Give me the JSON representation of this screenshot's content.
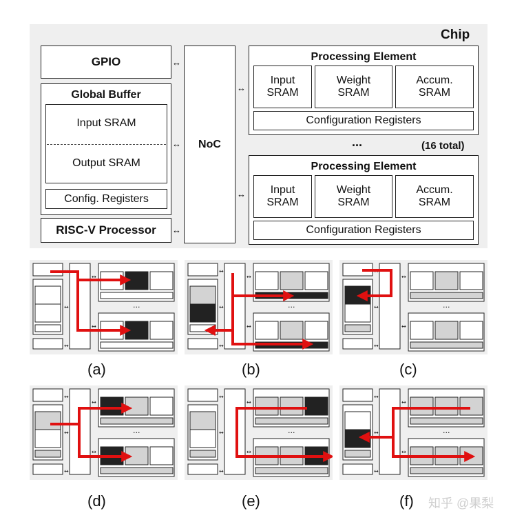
{
  "chip": {
    "title": "Chip",
    "gpio": "GPIO",
    "noc": "NoC",
    "global_buffer": {
      "title": "Global Buffer",
      "input_sram": "Input SRAM",
      "output_sram": "Output SRAM",
      "config": "Config. Registers"
    },
    "riscv": "RISC-V Processor",
    "pe": {
      "title": "Processing Element",
      "input": [
        "Input",
        "SRAM"
      ],
      "weight": [
        "Weight",
        "SRAM"
      ],
      "accum": [
        "Accum.",
        "SRAM"
      ],
      "config": "Configuration Registers"
    },
    "dots": "...",
    "total": "(16 total)"
  },
  "subfig_dots": "...",
  "captions": [
    "(a)",
    "(b)",
    "(c)",
    "(d)",
    "(e)",
    "(f)"
  ],
  "watermark": "知乎 @果梨",
  "colors": {
    "dark": "#222222",
    "light": "#d3d3d3",
    "white": "#ffffff",
    "arrow": "#e01010"
  },
  "subfigures": [
    {
      "id": "a",
      "gb_top": "white",
      "gb_bottom": "white",
      "gb_cfg": "white",
      "pe1": [
        "white",
        "dark",
        "white"
      ],
      "pe1_cfg": "white",
      "pe2": [
        "white",
        "dark",
        "white"
      ],
      "pe2_cfg": "white"
    },
    {
      "id": "b",
      "gb_top": "light",
      "gb_bottom": "dark",
      "gb_cfg": "white",
      "pe1": [
        "white",
        "light",
        "white"
      ],
      "pe1_cfg": "dark",
      "pe2": [
        "white",
        "light",
        "white"
      ],
      "pe2_cfg": "dark"
    },
    {
      "id": "c",
      "gb_top": "dark",
      "gb_bottom": "white",
      "gb_cfg": "light",
      "pe1": [
        "white",
        "light",
        "white"
      ],
      "pe1_cfg": "light",
      "pe2": [
        "white",
        "light",
        "white"
      ],
      "pe2_cfg": "light"
    },
    {
      "id": "d",
      "gb_top": "light",
      "gb_bottom": "white",
      "gb_cfg": "light",
      "pe1": [
        "dark",
        "light",
        "white"
      ],
      "pe1_cfg": "light",
      "pe2": [
        "dark",
        "light",
        "white"
      ],
      "pe2_cfg": "light"
    },
    {
      "id": "e",
      "gb_top": "light",
      "gb_bottom": "white",
      "gb_cfg": "light",
      "pe1": [
        "light",
        "light",
        "dark"
      ],
      "pe1_cfg": "light",
      "pe2": [
        "light",
        "light",
        "dark"
      ],
      "pe2_cfg": "light"
    },
    {
      "id": "f",
      "gb_top": "white",
      "gb_bottom": "dark",
      "gb_cfg": "light",
      "pe1": [
        "light",
        "light",
        "light"
      ],
      "pe1_cfg": "light",
      "pe2": [
        "light",
        "light",
        "light"
      ],
      "pe2_cfg": "light"
    }
  ]
}
